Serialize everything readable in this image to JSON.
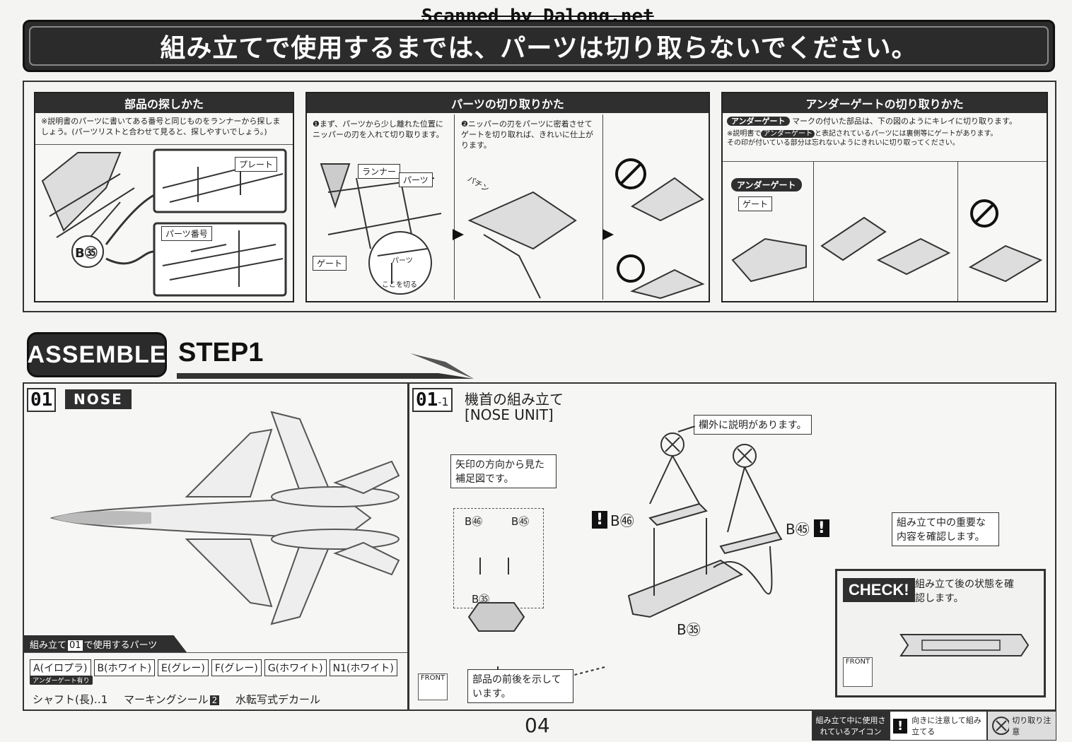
{
  "watermark": "Scanned by Dalong.net",
  "banner": "組み立てで使用するまでは、パーツは切り取らないでください。",
  "find_parts": {
    "title": "部品の探しかた",
    "note": "※説明書のパーツに書いてある番号と同じものをランナーから探しましょう。(パーツリストと合わせて見ると、探しやすいでしょう。)",
    "label_plate": "プレート",
    "label_partno": "パーツ番号",
    "callout": "B㉟"
  },
  "cut_parts": {
    "title": "パーツの切り取りかた",
    "step1": "❶まず、パーツから少し離れた位置にニッパーの刃を入れて切り取ります。",
    "step2": "❷ニッパーの刃をパーツに密着させてゲートを切り取れば、きれいに仕上がります。",
    "label_runner": "ランナー",
    "label_parts": "パーツ",
    "label_gate": "ゲート",
    "label_cut_here": "ここを切る",
    "label_parts2": "パーツ",
    "sfx": "パチン",
    "ng": "⊘",
    "ok": "○"
  },
  "under_gate": {
    "title": "アンダーゲートの切り取りかた",
    "badge": "アンダーゲート",
    "desc": "マークの付いた部品は、下の図のようにキレイに切り取ります。",
    "note1": "※説明書で",
    "note_badge": "アンダーゲート",
    "note2": "と表記されているパーツには裏側等にゲートがあります。",
    "note3": "その印が付いている部分は忘れないようにきれいに切り取ってください。",
    "diagram_badge": "アンダーゲート",
    "diagram_gate": "ゲート",
    "ng": "⊘"
  },
  "assemble": {
    "label": "ASSEMBLE",
    "step": "STEP1"
  },
  "section01": {
    "num": "01",
    "name": "NOSE",
    "parts_header": "組み立て",
    "parts_header_num": "01",
    "parts_header_tail": "で使用するパーツ",
    "parts": [
      "A(イロプラ)",
      "B(ホワイト)",
      "E(グレー)",
      "F(グレー)",
      "G(ホワイト)",
      "N1(ホワイト)"
    ],
    "under_gate_badge": "アンダーゲート有り",
    "extras": [
      "シャフト(長)‥1",
      "マーキングシール",
      "水転写式デカール"
    ],
    "marking_num": "2"
  },
  "section011": {
    "num": "01",
    "sub": "1",
    "title": "機首の組み立て",
    "subtitle": "[NOSE UNIT]",
    "note_outside": "欄外に説明があります。",
    "note_arrow_view": "矢印の方向から見た補足図です。",
    "labels": {
      "b46": "B㊻",
      "b45": "B㊺",
      "b35": "B㉟"
    },
    "note_front": "部品の前後を示しています。",
    "front": "FRONT",
    "note_important": "組み立て中の重要な内容を確認します。",
    "check": "CHECK!",
    "check_desc": "組み立て後の状態を確認します。"
  },
  "page_number": "04",
  "legend": {
    "title": "組み立て中に使用されているアイコン",
    "attention": "向きに注意して組み立てる",
    "cut": "切り取り注意"
  }
}
